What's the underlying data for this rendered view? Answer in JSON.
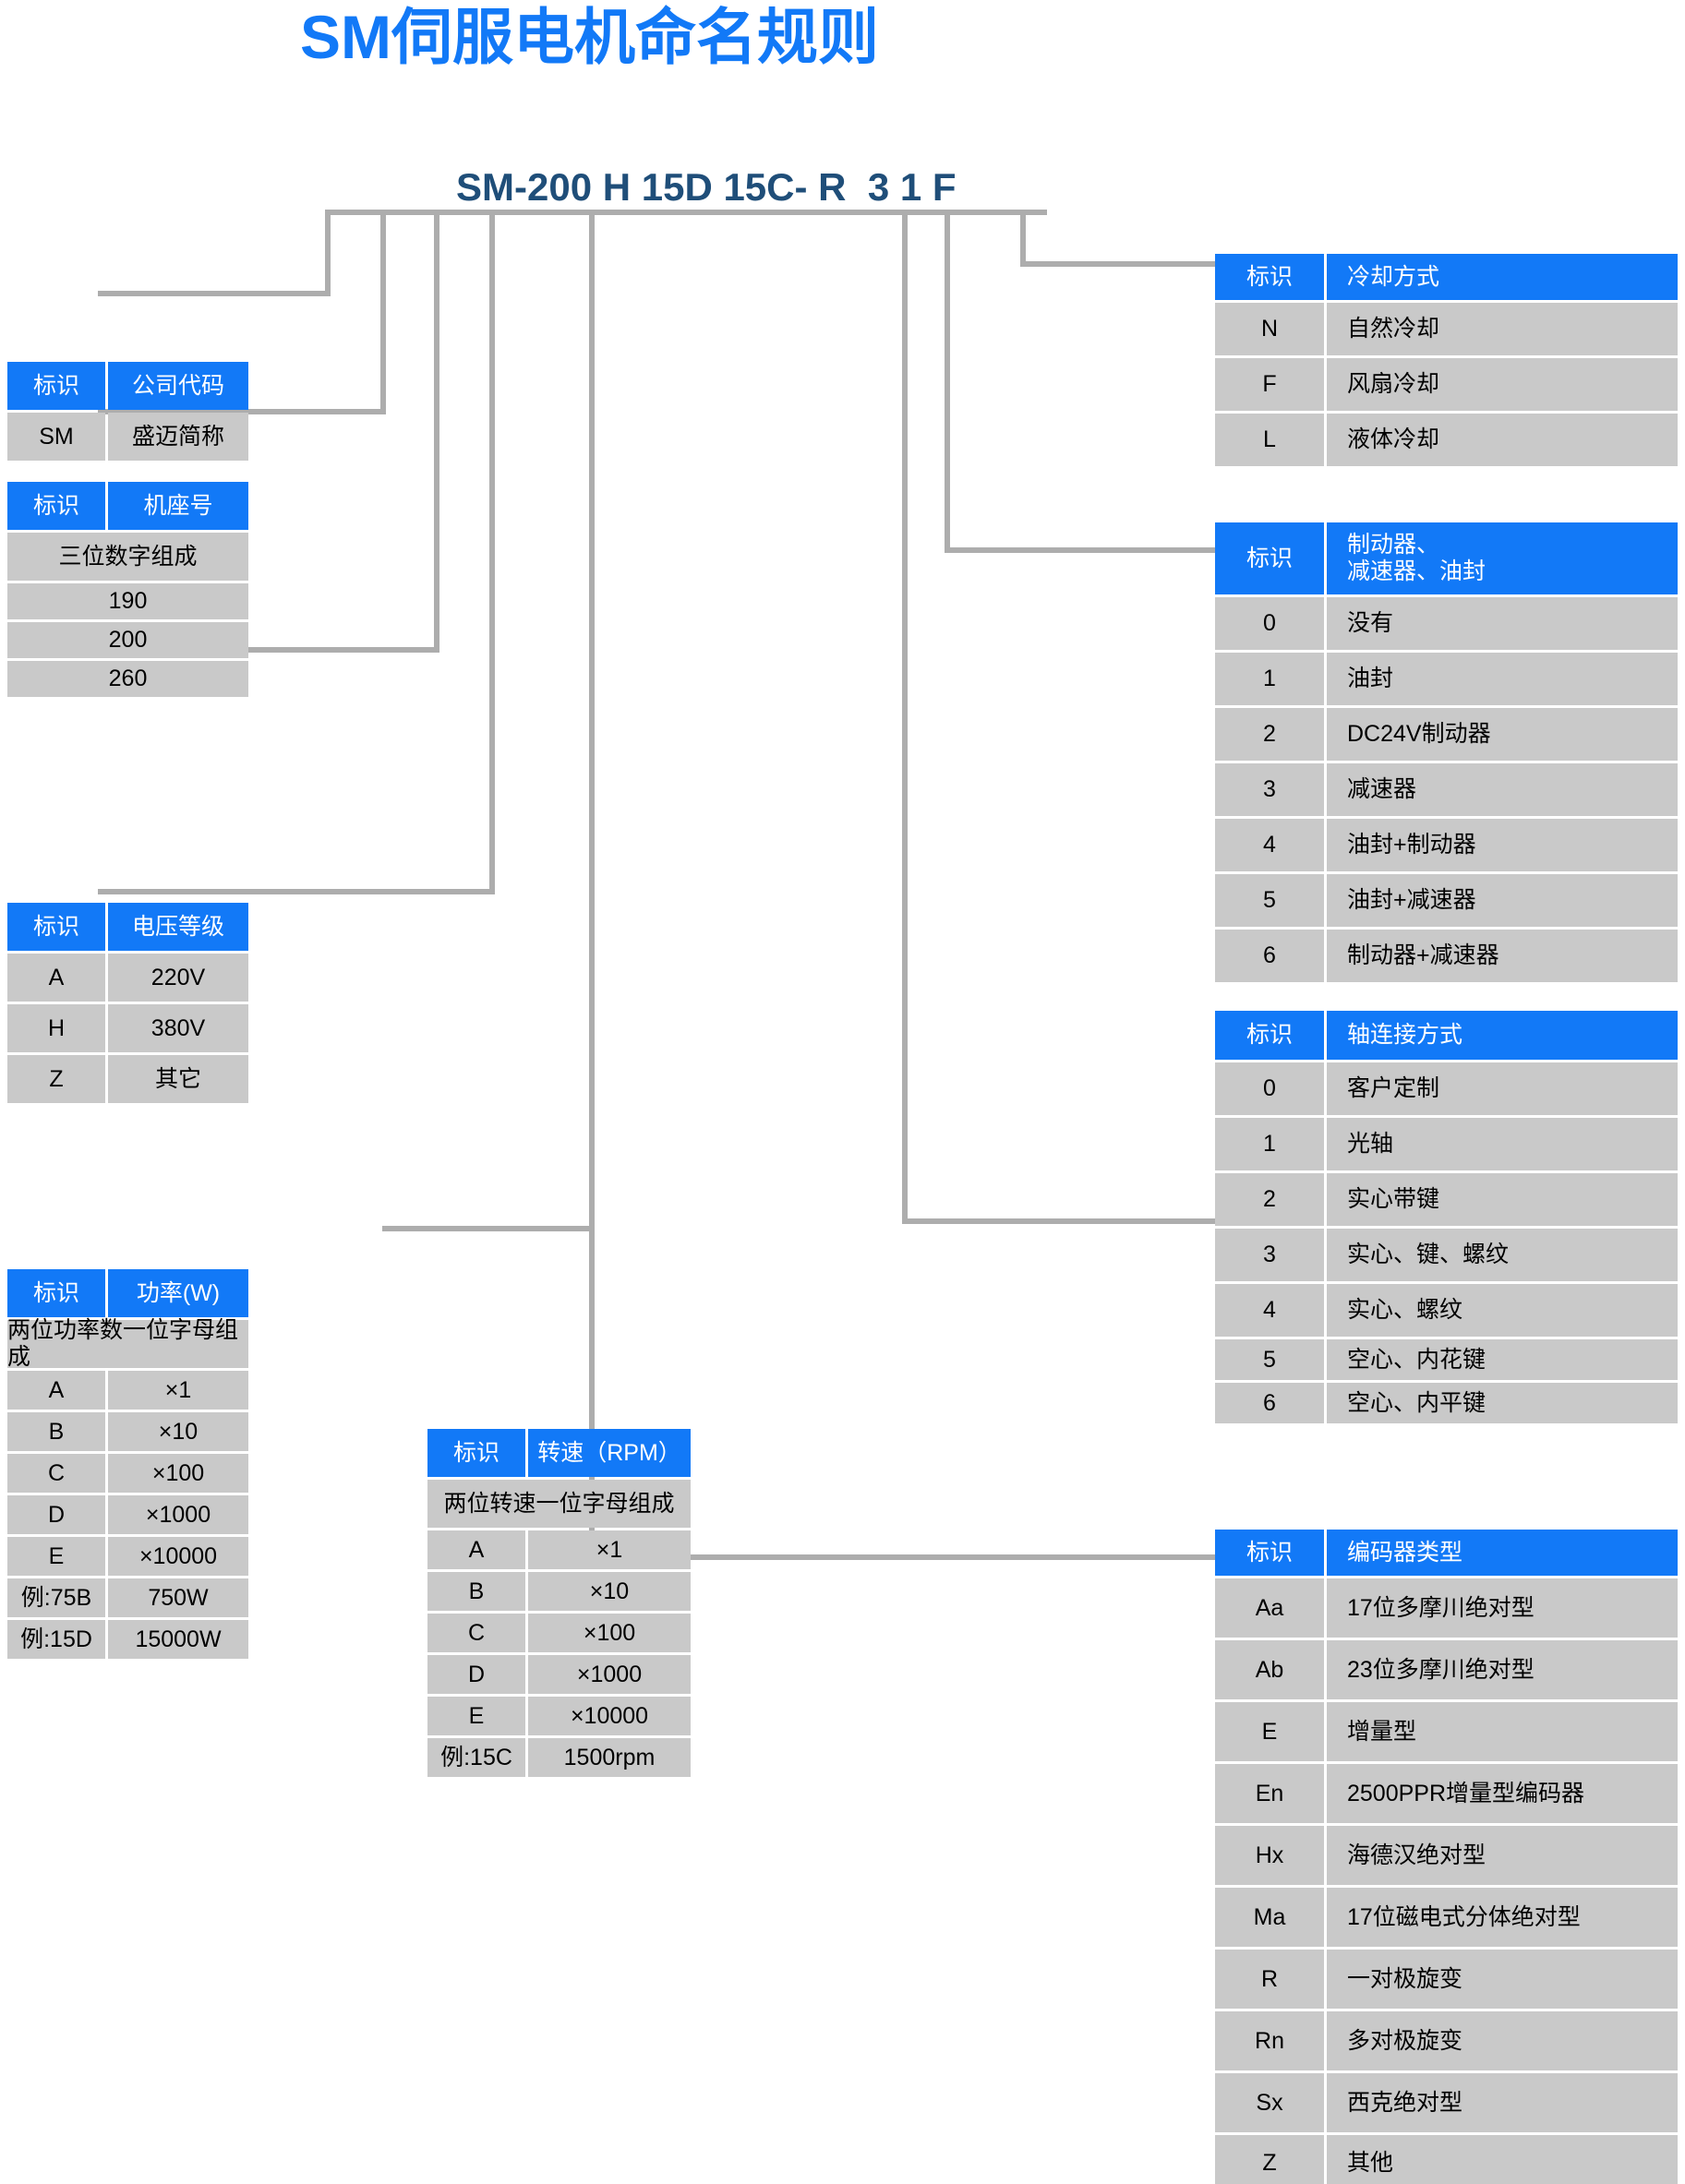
{
  "title": "SM伺服电机命名规则",
  "model_code": "SM-200 H 15D 15C- R  3 1 F",
  "colors": {
    "header_blue": "#1279F7",
    "row_gray": "#C9C9C9",
    "connector_gray": "#ADADAD",
    "code_navy": "#1F4E79"
  },
  "common": {
    "id_header": "标识"
  },
  "tables": {
    "company_code": {
      "header": [
        "标识",
        "公司代码"
      ],
      "rows": [
        [
          "SM",
          "盛迈简称"
        ]
      ]
    },
    "frame_size": {
      "header": [
        "标识",
        "机座号"
      ],
      "note": "三位数字组成",
      "rows": [
        [
          "190"
        ],
        [
          "200"
        ],
        [
          "260"
        ]
      ]
    },
    "voltage": {
      "header": [
        "标识",
        "电压等级"
      ],
      "rows": [
        [
          "A",
          "220V"
        ],
        [
          "H",
          "380V"
        ],
        [
          "Z",
          "其它"
        ]
      ]
    },
    "power": {
      "header": [
        "标识",
        "功率(W)"
      ],
      "note": "两位功率数一位字母组成",
      "rows": [
        [
          "A",
          "×1"
        ],
        [
          "B",
          "×10"
        ],
        [
          "C",
          "×100"
        ],
        [
          "D",
          "×1000"
        ],
        [
          "E",
          "×10000"
        ],
        [
          "例:75B",
          "750W"
        ],
        [
          "例:15D",
          "15000W"
        ]
      ]
    },
    "speed": {
      "header": [
        "标识",
        "转速（RPM）"
      ],
      "note": "两位转速一位字母组成",
      "rows": [
        [
          "A",
          "×1"
        ],
        [
          "B",
          "×10"
        ],
        [
          "C",
          "×100"
        ],
        [
          "D",
          "×1000"
        ],
        [
          "E",
          "×10000"
        ],
        [
          "例:15C",
          "1500rpm"
        ]
      ]
    },
    "cooling": {
      "header": [
        "标识",
        "冷却方式"
      ],
      "rows": [
        [
          "N",
          "自然冷却"
        ],
        [
          "F",
          "风扇冷却"
        ],
        [
          "L",
          "液体冷却"
        ]
      ]
    },
    "brake": {
      "header": [
        "标识",
        "制动器、",
        "减速器、油封"
      ],
      "rows": [
        [
          "0",
          "没有"
        ],
        [
          "1",
          "油封"
        ],
        [
          "2",
          "DC24V制动器"
        ],
        [
          "3",
          "减速器"
        ],
        [
          "4",
          "油封+制动器"
        ],
        [
          "5",
          "油封+减速器"
        ],
        [
          "6",
          "制动器+减速器"
        ]
      ]
    },
    "shaft": {
      "header": [
        "标识",
        "轴连接方式"
      ],
      "rows": [
        [
          "0",
          "客户定制"
        ],
        [
          "1",
          "光轴"
        ],
        [
          "2",
          "实心带键"
        ],
        [
          "3",
          "实心、键、螺纹"
        ],
        [
          "4",
          "实心、螺纹"
        ],
        [
          "5",
          "空心、内花键"
        ],
        [
          "6",
          "空心、内平键"
        ]
      ]
    },
    "encoder": {
      "header": [
        "标识",
        "编码器类型"
      ],
      "rows": [
        [
          "Aa",
          "17位多摩川绝对型"
        ],
        [
          "Ab",
          "23位多摩川绝对型"
        ],
        [
          "E",
          "增量型"
        ],
        [
          "En",
          "2500PPR增量型编码器"
        ],
        [
          "Hx",
          "海德汉绝对型"
        ],
        [
          "Ma",
          "17位磁电式分体绝对型"
        ],
        [
          "R",
          "一对极旋变"
        ],
        [
          "Rn",
          "多对极旋变"
        ],
        [
          "Sx",
          "西克绝对型"
        ],
        [
          "Z",
          "其他"
        ]
      ]
    }
  }
}
